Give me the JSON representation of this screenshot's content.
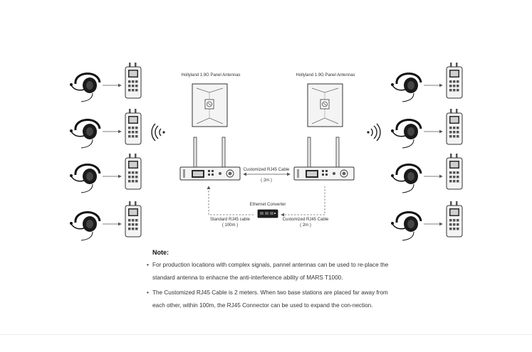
{
  "labels": {
    "antenna_left": "Hollyland 1.9G Panel Antennas",
    "antenna_right": "Hollyland 1.9G Panel Antennas",
    "customized_cable_top": "Customized RJ45 Cable",
    "customized_cable_top_len": "( 2m )",
    "ethernet_converter": "Ethernet Converter",
    "standard_cable": "Standard RJ45 cable",
    "standard_cable_len": "( 100m )",
    "customized_cable_bottom": "Customized RJ45 Cable",
    "customized_cable_bottom_len": "( 2m )"
  },
  "note": {
    "title": "Note:",
    "items": [
      "For production locations with complex signals, pannel antennas can be used to re-place the standard antenna to enhacne the anti-interference ability of MARS T1000.",
      "The Customized RJ45 Cable is 2 meters. When two base stations are placed far away from each other, within 100m, the RJ45 Connector can be used to expand the con-nection."
    ]
  },
  "colors": {
    "line": "#333333",
    "dashed": "#666666",
    "device_fill": "#f4f4f4"
  },
  "icons": [
    "headset-icon",
    "beltpack-icon",
    "wireless-signal-icon",
    "panel-antenna-icon",
    "base-station-icon",
    "ethernet-converter-icon"
  ]
}
